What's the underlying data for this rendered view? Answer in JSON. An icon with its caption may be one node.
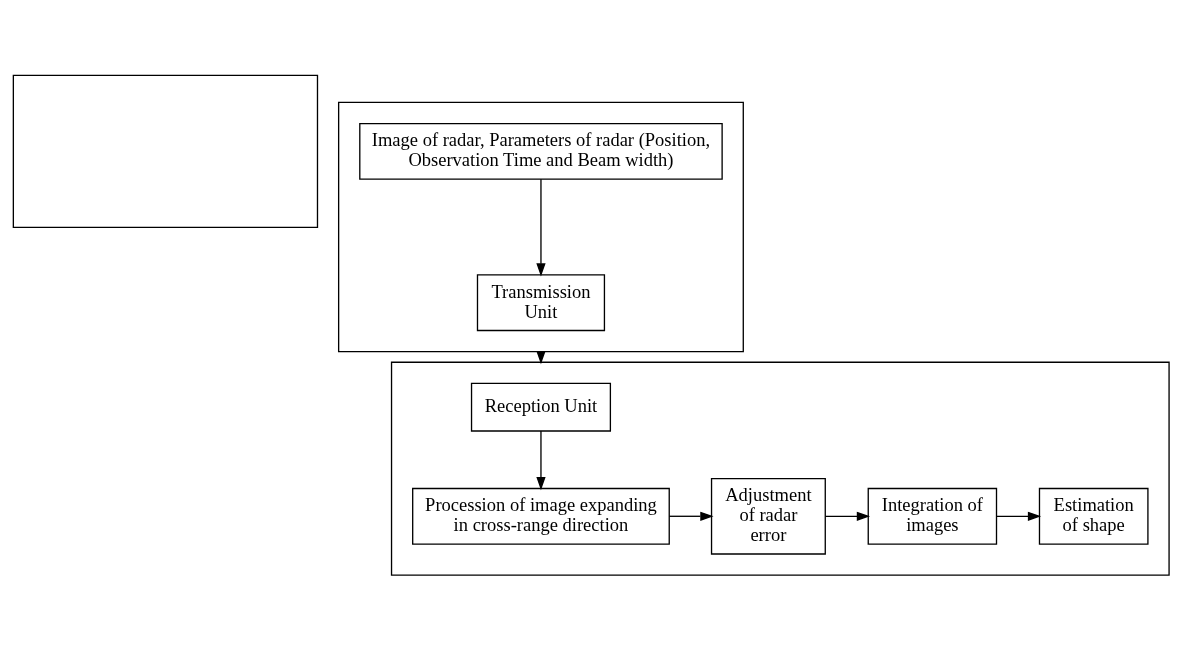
{
  "diagram": {
    "nodes": [
      {
        "text": [],
        "shape": "box"
      },
      {
        "text": [],
        "shape": "box"
      },
      {
        "text": [
          "Image of radar, Parameters of radar (Position, Observation Time and Beam width)"
        ],
        "in": 1
      },
      {
        "text": [
          "Transmission Unit"
        ],
        "in": 1
      },
      {
        "text": [],
        "shape": "box"
      },
      {
        "text": [
          "Reception Unit"
        ],
        "in": 4
      },
      {
        "text": [
          "Procession of image expanding in cross-range direction"
        ],
        "in": 4
      },
      {
        "text": [
          "Adjustment of radar error"
        ],
        "in": 4
      },
      {
        "text": [
          "Integration of images"
        ],
        "in": 4
      },
      {
        "text": [
          "Estimation of shape"
        ],
        "in": 4
      }
    ],
    "edges": [
      {
        "from": 2,
        "to": 3,
        "arrow": "to"
      },
      {
        "from": 1,
        "to": 4,
        "arrow": "to"
      },
      {
        "from": 5,
        "to": 6,
        "arrow": "to"
      },
      {
        "from": 6,
        "to": 7,
        "arrow": "to"
      },
      {
        "from": 7,
        "to": 8,
        "arrow": "to"
      },
      {
        "from": 8,
        "to": 9,
        "arrow": "to"
      }
    ]
  }
}
